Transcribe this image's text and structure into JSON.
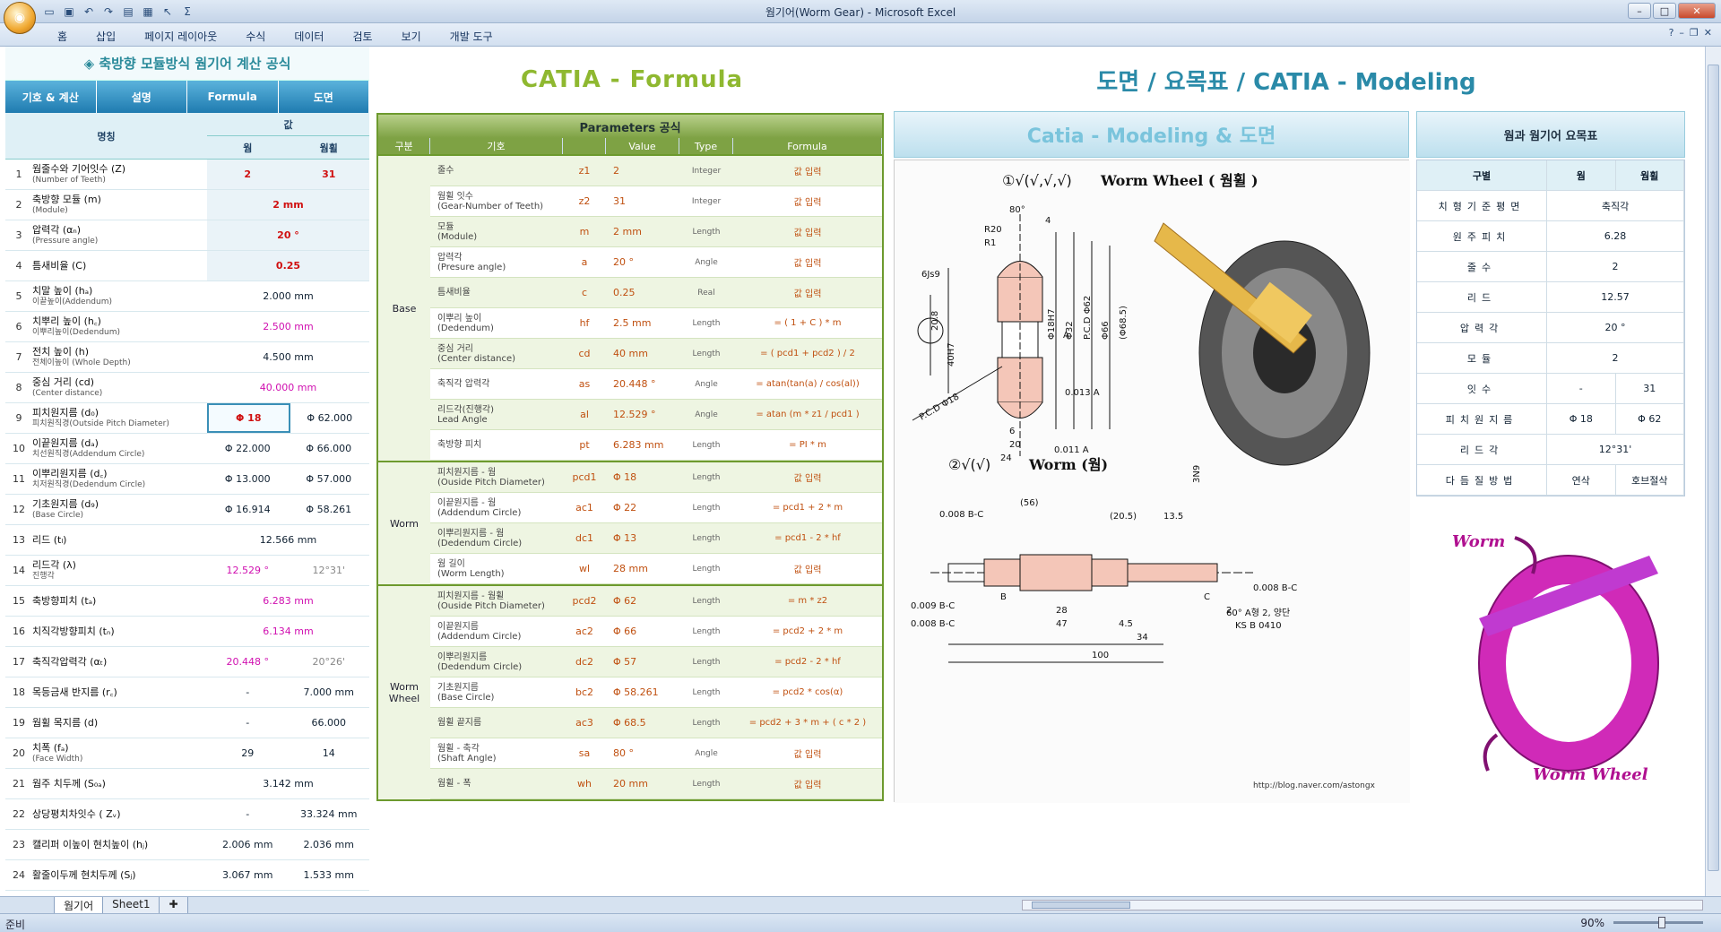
{
  "window": {
    "title": "웜기어(Worm Gear) - Microsoft Excel"
  },
  "ribbon": {
    "tabs": [
      "홈",
      "삽입",
      "페이지 레이아웃",
      "수식",
      "데이터",
      "검토",
      "보기",
      "개발 도구"
    ]
  },
  "left_panel": {
    "title": "◈ 축방향 모듈방식 웜기어 계산 공식",
    "nav_tabs": [
      "기호 & 계산",
      "설명",
      "Formula",
      "도면"
    ],
    "header": {
      "name": "명칭",
      "value": "값",
      "worm": "웜",
      "wheel": "웜휠"
    },
    "rows": [
      {
        "n": "1",
        "k": "웜줄수와 기어잇수 (Z)",
        "e": "(Number of Teeth)",
        "a": "2",
        "b": "31"
      },
      {
        "n": "2",
        "k": "축방향 모듈 (m)",
        "e": "(Module)",
        "m": "2 mm"
      },
      {
        "n": "3",
        "k": "압력각 (αₙ)",
        "e": "(Pressure angle)",
        "m": "20 °"
      },
      {
        "n": "4",
        "k": "틈새비율 (C)",
        "e": "",
        "m": "0.25"
      },
      {
        "n": "5",
        "k": "치말 높이 (hₐ)",
        "e": "이끝높이(Addendum)",
        "m": "2.000 mm"
      },
      {
        "n": "6",
        "k": "치뿌리 높이 (h꜀)",
        "e": "이뿌리높이(Dedendum)",
        "m": "2.500 mm"
      },
      {
        "n": "7",
        "k": "전치 높이 (h)",
        "e": "전체이높이 (Whole Depth)",
        "m": "4.500 mm"
      },
      {
        "n": "8",
        "k": "중심 거리 (cd)",
        "e": "(Center distance)",
        "m": "40.000 mm"
      },
      {
        "n": "9",
        "k": "피치원지름 (d₀)",
        "e": "피치원직경(Outside Pitch Diameter)",
        "a": "Φ 18",
        "b": "Φ 62.000"
      },
      {
        "n": "10",
        "k": "이끝원지름 (dₐ)",
        "e": "치선원직경(Addendum Circle)",
        "a": "Φ 22.000",
        "b": "Φ 66.000"
      },
      {
        "n": "11",
        "k": "이뿌리원지름 (d꜀)",
        "e": "치저원직경(Dedendum Circle)",
        "a": "Φ 13.000",
        "b": "Φ 57.000"
      },
      {
        "n": "12",
        "k": "기초원지름 (d₉)",
        "e": "(Base Circle)",
        "a": "Φ 16.914",
        "b": "Φ 58.261"
      },
      {
        "n": "13",
        "k": "리드 (tₗ)",
        "e": "",
        "m": "12.566 mm"
      },
      {
        "n": "14",
        "k": "리드각 (λ)",
        "e": "진행각",
        "a": "12.529 °",
        "b": "12°31'"
      },
      {
        "n": "15",
        "k": "축방향피치 (tₐ)",
        "e": "",
        "m": "6.283 mm"
      },
      {
        "n": "16",
        "k": "치직각방향피치 (tₙ)",
        "e": "",
        "m": "6.134 mm"
      },
      {
        "n": "17",
        "k": "축직각압력각 (αₜ)",
        "e": "",
        "a": "20.448 °",
        "b": "20°26'"
      },
      {
        "n": "18",
        "k": "목등금새 반지름 (r꜀)",
        "e": "",
        "a": "-",
        "b": "7.000 mm"
      },
      {
        "n": "19",
        "k": "웜휠 목지름 (d)",
        "e": "",
        "a": "-",
        "b": "66.000"
      },
      {
        "n": "20",
        "k": "치폭 (fₐ)",
        "e": "(Face Width)",
        "a": "29",
        "b": "14"
      },
      {
        "n": "21",
        "k": "웜주 치두께 (S₀ₐ)",
        "e": "",
        "m": "3.142 mm"
      },
      {
        "n": "22",
        "k": "상당평치차잇수 ( Zᵥ)",
        "e": "",
        "a": "-",
        "b": "33.324 mm"
      },
      {
        "n": "23",
        "k": "캘리퍼 이높이 현치높이 (hⱼ)",
        "e": "",
        "a": "2.006 mm",
        "b": "2.036 mm"
      },
      {
        "n": "24",
        "k": "활줄이두께 현치두께 (Sⱼ)",
        "e": "",
        "a": "3.067 mm",
        "b": "1.533 mm"
      }
    ]
  },
  "center": {
    "heading": "CATIA - Formula",
    "table_title": "Parameters 공식",
    "columns": [
      "구분",
      "기호",
      "Value",
      "Type",
      "Formula"
    ],
    "groups": [
      {
        "name": "Base",
        "rows": [
          {
            "k": "줄수",
            "e": "",
            "s": "z1",
            "v": "2",
            "t": "Integer",
            "f": "값 입력"
          },
          {
            "k": "웜휠 잇수",
            "e": "(Gear-Number of Teeth)",
            "s": "z2",
            "v": "31",
            "t": "Integer",
            "f": "값 입력"
          },
          {
            "k": "모듈",
            "e": "(Module)",
            "s": "m",
            "v": "2 mm",
            "t": "Length",
            "f": "값 입력"
          },
          {
            "k": "압력각",
            "e": "(Presure angle)",
            "s": "a",
            "v": "20 °",
            "t": "Angle",
            "f": "값 입력"
          },
          {
            "k": "틈새비율",
            "e": "",
            "s": "c",
            "v": "0.25",
            "t": "Real",
            "f": "값 입력"
          },
          {
            "k": "이뿌리 높이",
            "e": "(Dedendum)",
            "s": "hf",
            "v": "2.5 mm",
            "t": "Length",
            "f": "= ( 1 + C ) * m"
          },
          {
            "k": "중심 거리",
            "e": "(Center distance)",
            "s": "cd",
            "v": "40 mm",
            "t": "Length",
            "f": "= ( pcd1 + pcd2 ) / 2"
          },
          {
            "k": "축직각 압력각",
            "e": "",
            "s": "as",
            "v": "20.448 °",
            "t": "Angle",
            "f": "= atan(tan(a) / cos(al))"
          },
          {
            "k": "리드각(진행각)",
            "e": "Lead Angle",
            "s": "al",
            "v": "12.529 °",
            "t": "Angle",
            "f": "= atan (m * z1 / pcd1 )"
          },
          {
            "k": "축방향 피치",
            "e": "",
            "s": "pt",
            "v": "6.283 mm",
            "t": "Length",
            "f": "= PI * m"
          }
        ]
      },
      {
        "name": "Worm",
        "rows": [
          {
            "k": "피치원지름 - 웜",
            "e": "(Ouside Pitch Diameter)",
            "s": "pcd1",
            "v": "Φ 18",
            "t": "Length",
            "f": "값 입력"
          },
          {
            "k": "이끝원지름 - 웜",
            "e": "(Addendum Circle)",
            "s": "ac1",
            "v": "Φ 22",
            "t": "Length",
            "f": "= pcd1 + 2 * m"
          },
          {
            "k": "이뿌리원지름 - 웜",
            "e": "(Dedendum Circle)",
            "s": "dc1",
            "v": "Φ 13",
            "t": "Length",
            "f": "= pcd1 - 2 * hf"
          },
          {
            "k": "웜 길이",
            "e": "(Worm Length)",
            "s": "wl",
            "v": "28 mm",
            "t": "Length",
            "f": "값 입력"
          }
        ]
      },
      {
        "name": "Worm Wheel",
        "rows": [
          {
            "k": "피치원지름 - 웜휠",
            "e": "(Ouside Pitch Diameter)",
            "s": "pcd2",
            "v": "Φ 62",
            "t": "Length",
            "f": "= m * z2"
          },
          {
            "k": "이끝원지름",
            "e": "(Addendum Circle)",
            "s": "ac2",
            "v": "Φ 66",
            "t": "Length",
            "f": "= pcd2 + 2 * m"
          },
          {
            "k": "이뿌리원지름",
            "e": "(Dedendum Circle)",
            "s": "dc2",
            "v": "Φ 57",
            "t": "Length",
            "f": "= pcd2 - 2 * hf"
          },
          {
            "k": "기초원지름",
            "e": "(Base Circle)",
            "s": "bc2",
            "v": "Φ 58.261",
            "t": "Length",
            "f": "= pcd2 * cos(α)"
          },
          {
            "k": "웜휠 끝지름",
            "e": "",
            "s": "ac3",
            "v": "Φ 68.5",
            "t": "Length",
            "f": "= pcd2 + 3 * m + ( c * 2 )"
          },
          {
            "k": "웜휠 - 축각",
            "e": "(Shaft Angle)",
            "s": "sa",
            "v": "80 °",
            "t": "Angle",
            "f": "값 입력"
          },
          {
            "k": "웜휠 - 폭",
            "e": "",
            "s": "wh",
            "v": "20 mm",
            "t": "Length",
            "f": "값 입력"
          }
        ]
      }
    ]
  },
  "drawing_panel": {
    "big_title": "도면 / 요목표 / CATIA - Modeling",
    "title": "Catia - Modeling & 도면",
    "wheel_label": "Worm Wheel ( 웜휠 )",
    "worm_label": "Worm (웜)",
    "dims": [
      "80°",
      "R20",
      "R1",
      "4",
      "6Js9",
      "20.8",
      "40H7",
      "Φ18H7",
      "Φ32",
      "P.C.D Φ62",
      "Φ66",
      "(Φ68.5)",
      "0.013 A",
      "P.C.D Φ18",
      "6",
      "20",
      "24",
      "0.011 A",
      "A",
      "(56)",
      "(20.5)",
      "13.5",
      "0.008 B-C",
      "0.009 B-C",
      "47",
      "28",
      "4.5",
      "34",
      "100",
      "2",
      "60° A형 2, 양단",
      "KS B 0410",
      "B",
      "C",
      "3N9"
    ],
    "credit": "http://blog.naver.com/astongx"
  },
  "right_panel": {
    "title": "웜과 웜기어 요목표",
    "header": [
      "구별",
      "웜",
      "웜휠"
    ],
    "rows": [
      {
        "a": "치형기준평면",
        "bc": "축직각"
      },
      {
        "a": "원주피치",
        "bc": "6.28"
      },
      {
        "a": "줄수",
        "bc": "2"
      },
      {
        "a": "리드",
        "bc": "12.57"
      },
      {
        "a": "압력각",
        "bc": "20 °"
      },
      {
        "a": "모듈",
        "bc": "2"
      },
      {
        "a": "잇수",
        "b": "-",
        "c": "31"
      },
      {
        "a": "피치원지름",
        "b": "Φ 18",
        "c": "Φ 62"
      },
      {
        "a": "리드각",
        "bc": "12°31'"
      },
      {
        "a": "다듬질방법",
        "b": "연삭",
        "c": "호브절삭"
      }
    ],
    "worm_label": "Worm",
    "wheel_label": "Worm Wheel"
  },
  "sheet_tabs": [
    "웜기어",
    "Sheet1"
  ],
  "status": {
    "ready": "준비",
    "zoom": "90%"
  }
}
